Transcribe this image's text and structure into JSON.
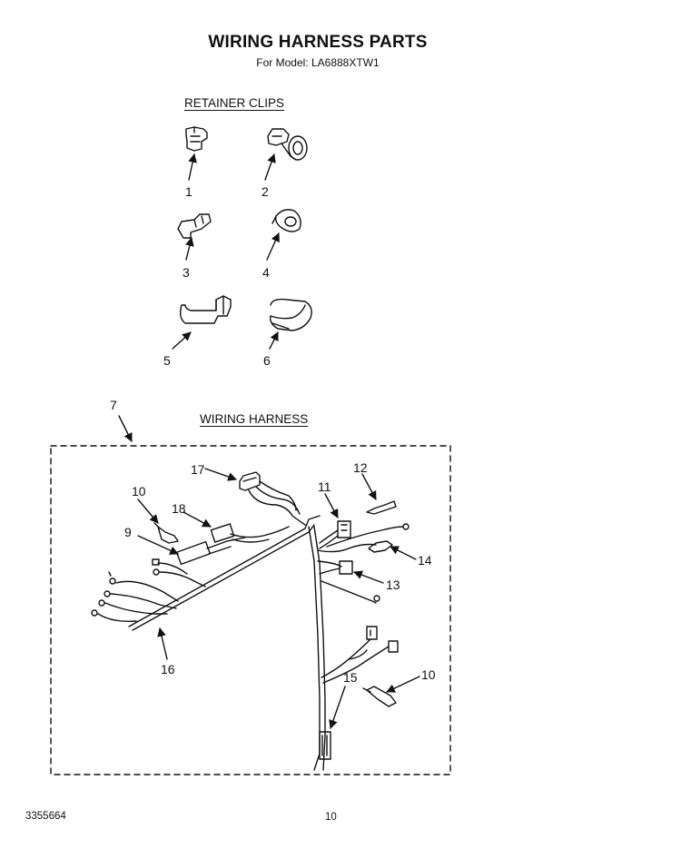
{
  "header": {
    "title": "WIRING HARNESS PARTS",
    "subtitle": "For Model: LA6888XTW1"
  },
  "sections": {
    "retainer_clips": "RETAINER CLIPS",
    "wiring_harness": "WIRING HARNESS"
  },
  "callouts": {
    "clip_1": "1",
    "clip_2": "2",
    "clip_3": "3",
    "clip_4": "4",
    "clip_5": "5",
    "clip_6": "6",
    "harness_7": "7",
    "part_9": "9",
    "part_10_left": "10",
    "part_10_right": "10",
    "part_11": "11",
    "part_12": "12",
    "part_13": "13",
    "part_14": "14",
    "part_15": "15",
    "part_16": "16",
    "part_17": "17",
    "part_18": "18"
  },
  "footer": {
    "document_number": "3355664",
    "page_number": "10"
  }
}
